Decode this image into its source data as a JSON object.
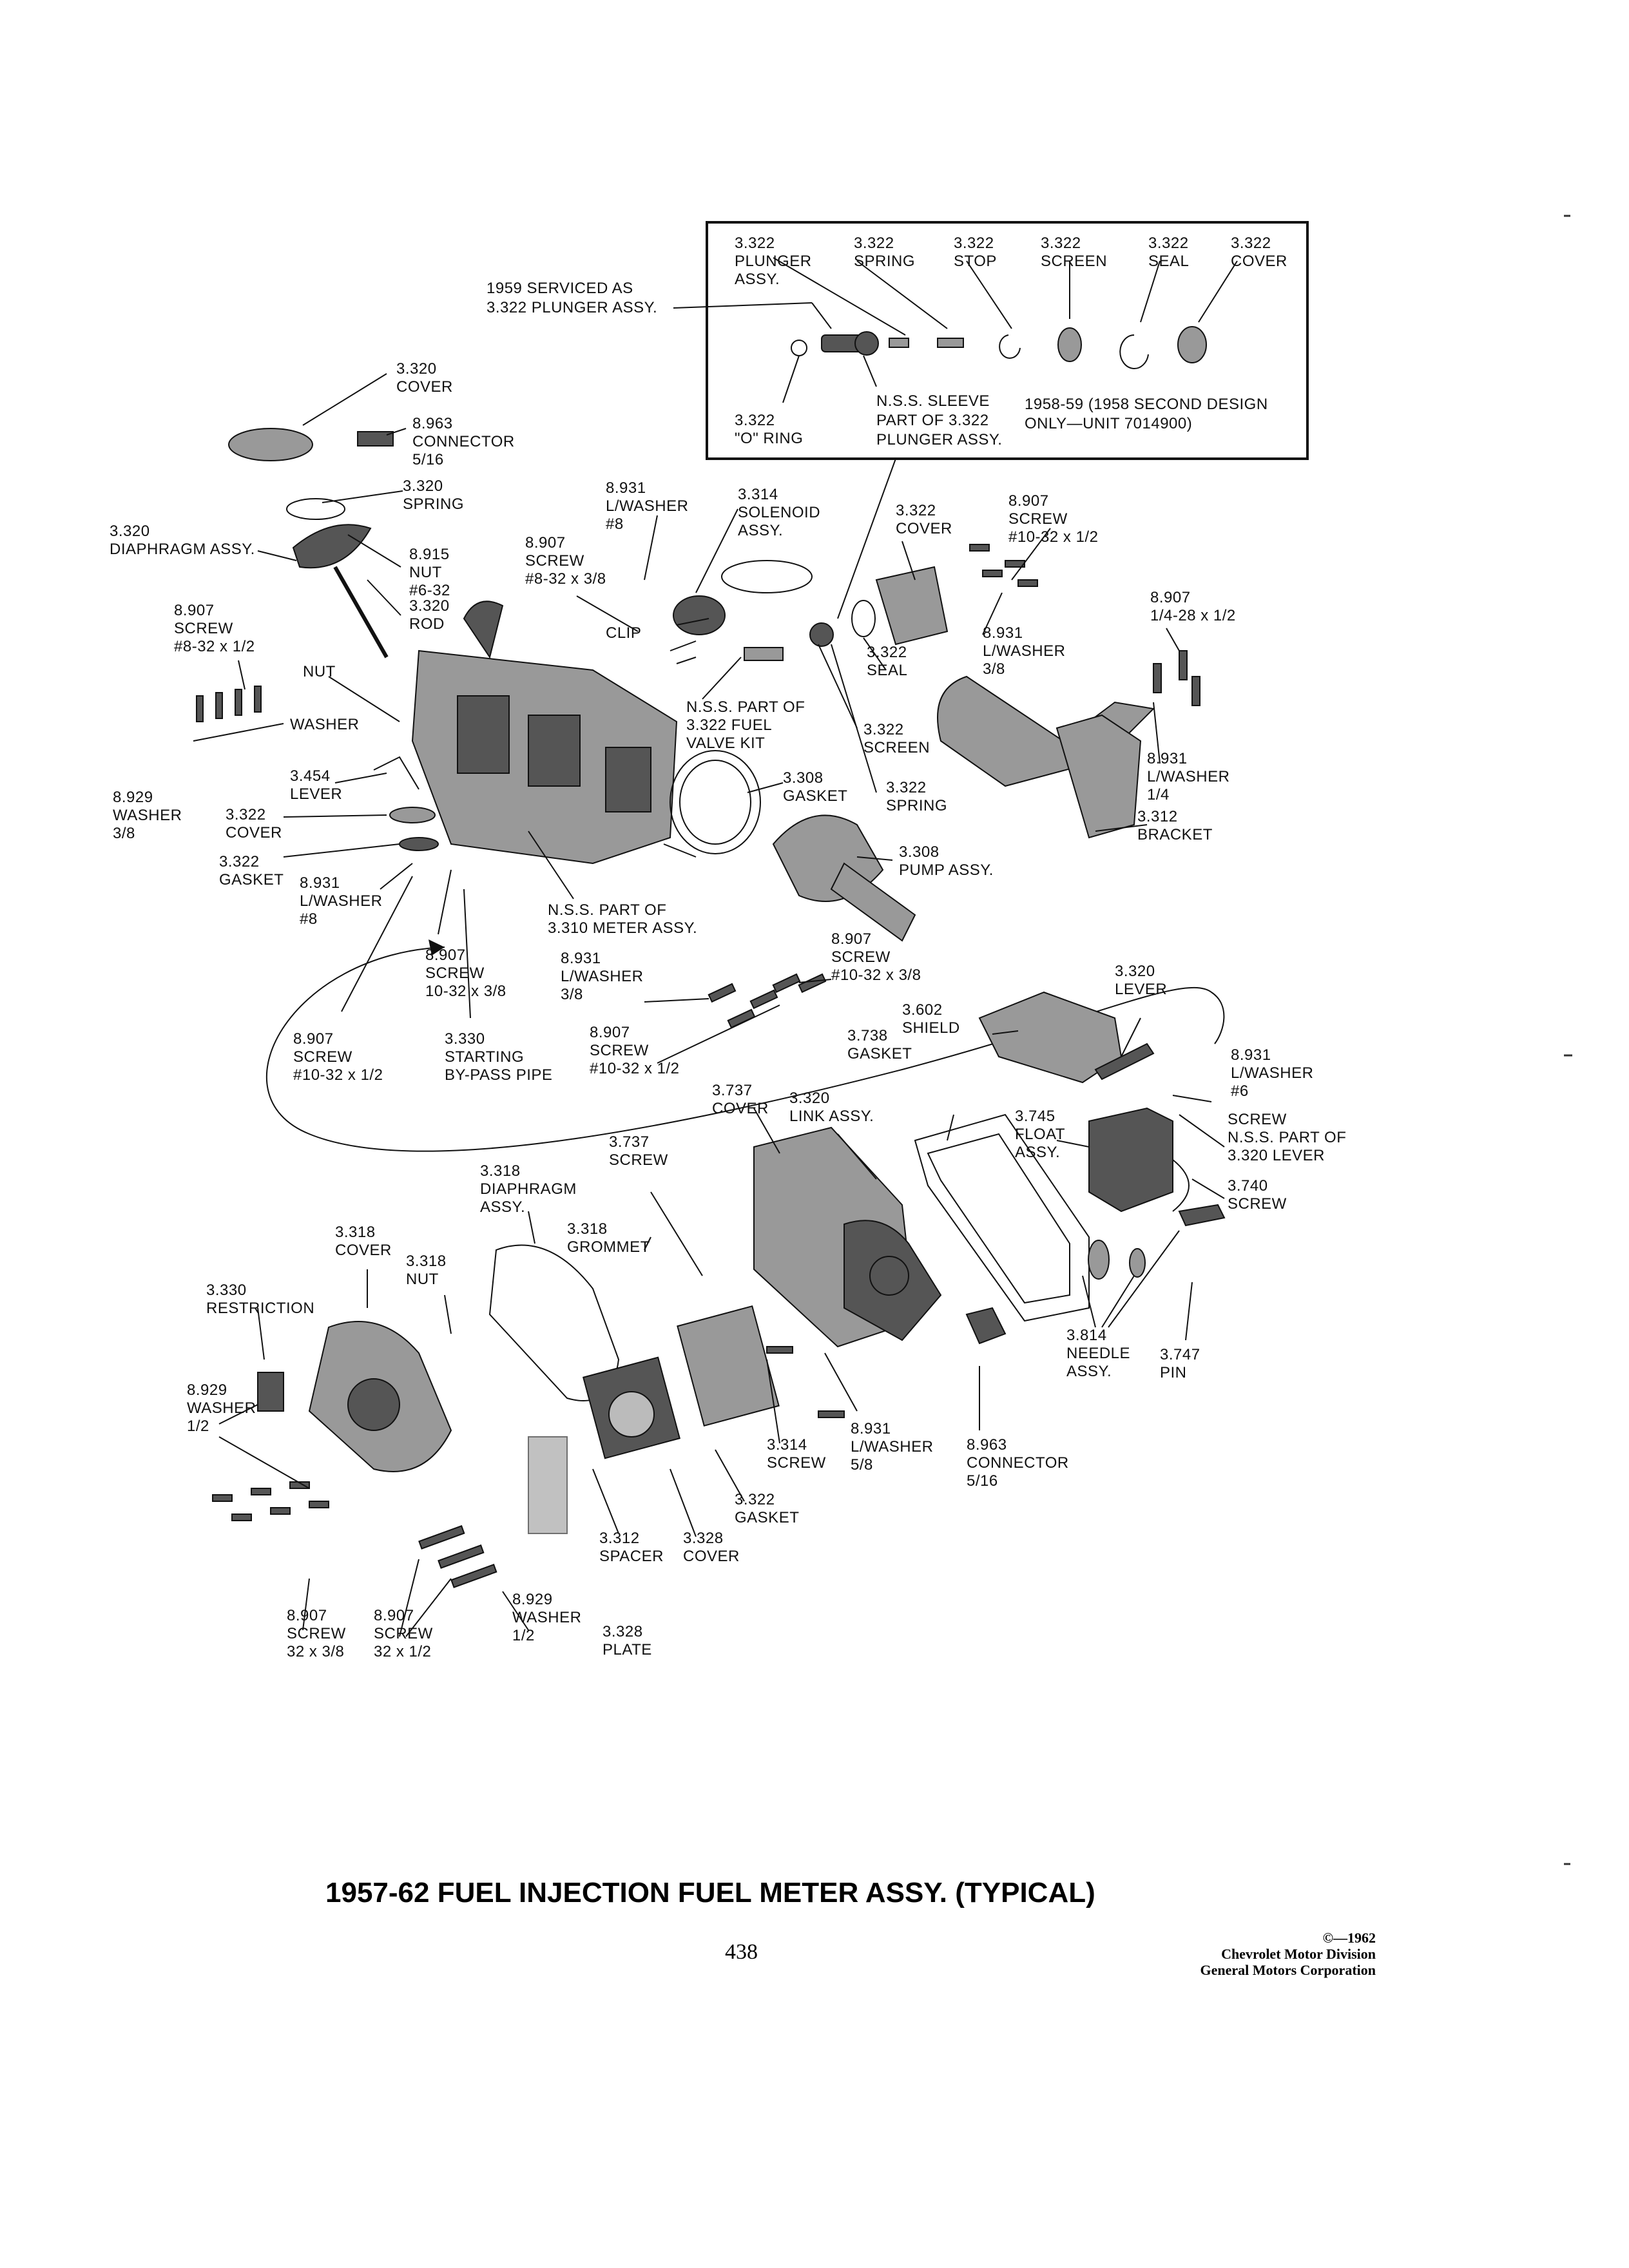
{
  "title": "1957-62 FUEL INJECTION FUEL METER ASSY. (TYPICAL)",
  "page_number": "438",
  "copyright": [
    "©—1962",
    "Chevrolet Motor Division",
    "General Motors Corporation"
  ],
  "inset_notes": {
    "serviced": [
      "1959 SERVICED AS",
      "3.322 PLUNGER ASSY."
    ],
    "sleeve": [
      "N.S.S. SLEEVE",
      "PART OF 3.322",
      "PLUNGER ASSY."
    ],
    "design": [
      "1958-59 (1958 SECOND DESIGN",
      "ONLY—UNIT 7014900)"
    ]
  },
  "callouts": [
    {
      "lines": [
        "3.322",
        "PLUNGER",
        "ASSY."
      ]
    },
    {
      "lines": [
        "3.322",
        "SPRING"
      ]
    },
    {
      "lines": [
        "3.322",
        "STOP"
      ]
    },
    {
      "lines": [
        "3.322",
        "SCREEN"
      ]
    },
    {
      "lines": [
        "3.322",
        "SEAL"
      ]
    },
    {
      "lines": [
        "3.322",
        "COVER"
      ]
    },
    {
      "lines": [
        "3.322",
        "\"O\" RING"
      ]
    },
    {
      "lines": [
        "3.320",
        "COVER"
      ]
    },
    {
      "lines": [
        "8.963",
        "CONNECTOR",
        "5/16"
      ]
    },
    {
      "lines": [
        "3.320",
        "SPRING"
      ]
    },
    {
      "lines": [
        "3.320",
        "DIAPHRAGM ASSY."
      ]
    },
    {
      "lines": [
        "8.915",
        "NUT",
        "#6-32"
      ]
    },
    {
      "lines": [
        "3.320",
        "ROD"
      ]
    },
    {
      "lines": [
        "8.907",
        "SCREW",
        "#8-32 x 1/2"
      ]
    },
    {
      "lines": [
        "NUT"
      ]
    },
    {
      "lines": [
        "WASHER"
      ]
    },
    {
      "lines": [
        "3.454",
        "LEVER"
      ]
    },
    {
      "lines": [
        "8.929",
        "WASHER",
        "3/8"
      ]
    },
    {
      "lines": [
        "3.322",
        "COVER"
      ]
    },
    {
      "lines": [
        "3.322",
        "GASKET"
      ]
    },
    {
      "lines": [
        "8.931",
        "L/WASHER",
        "#8"
      ]
    },
    {
      "lines": [
        "8.907",
        "SCREW",
        "10-32 x 3/8"
      ]
    },
    {
      "lines": [
        "8.907",
        "SCREW",
        "#10-32 x 1/2"
      ]
    },
    {
      "lines": [
        "3.330",
        "STARTING",
        "BY-PASS PIPE"
      ]
    },
    {
      "lines": [
        "8.931",
        "L/WASHER",
        "#8"
      ]
    },
    {
      "lines": [
        "8.907",
        "SCREW",
        "#8-32 x 3/8"
      ]
    },
    {
      "lines": [
        "3.314",
        "SOLENOID",
        "ASSY."
      ]
    },
    {
      "lines": [
        "CLIP"
      ]
    },
    {
      "lines": [
        "N.S.S. PART OF",
        "3.322 FUEL",
        "VALVE KIT"
      ]
    },
    {
      "lines": [
        "3.308",
        "GASKET"
      ]
    },
    {
      "lines": [
        "3.322",
        "COVER"
      ]
    },
    {
      "lines": [
        "8.907",
        "SCREW",
        "#10-32 x 1/2"
      ]
    },
    {
      "lines": [
        "8.931",
        "L/WASHER",
        "3/8"
      ]
    },
    {
      "lines": [
        "3.322",
        "SEAL"
      ]
    },
    {
      "lines": [
        "3.322",
        "SCREEN"
      ]
    },
    {
      "lines": [
        "3.322",
        "SPRING"
      ]
    },
    {
      "lines": [
        "8.907",
        "1/4-28 x 1/2"
      ]
    },
    {
      "lines": [
        "8.931",
        "L/WASHER",
        "1/4"
      ]
    },
    {
      "lines": [
        "3.312",
        "BRACKET"
      ]
    },
    {
      "lines": [
        "3.308",
        "PUMP ASSY."
      ]
    },
    {
      "lines": [
        "N.S.S. PART OF",
        "3.310 METER ASSY."
      ]
    },
    {
      "lines": [
        "8.931",
        "L/WASHER",
        "3/8"
      ]
    },
    {
      "lines": [
        "8.907",
        "SCREW",
        "#10-32 x 3/8"
      ]
    },
    {
      "lines": [
        "8.907",
        "SCREW",
        "#10-32 x 1/2"
      ]
    },
    {
      "lines": [
        "3.602",
        "SHIELD"
      ]
    },
    {
      "lines": [
        "3.320",
        "LEVER"
      ]
    },
    {
      "lines": [
        "3.738",
        "GASKET"
      ]
    },
    {
      "lines": [
        "8.931",
        "L/WASHER",
        "#6"
      ]
    },
    {
      "lines": [
        "3.737",
        "COVER"
      ]
    },
    {
      "lines": [
        "3.320",
        "LINK ASSY."
      ]
    },
    {
      "lines": [
        "3.745",
        "FLOAT",
        "ASSY."
      ]
    },
    {
      "lines": [
        "SCREW",
        "N.S.S. PART OF",
        "3.320 LEVER"
      ]
    },
    {
      "lines": [
        "3.740",
        "SCREW"
      ]
    },
    {
      "lines": [
        "3.737",
        "SCREW"
      ]
    },
    {
      "lines": [
        "3.318",
        "DIAPHRAGM",
        "ASSY."
      ]
    },
    {
      "lines": [
        "3.318",
        "GROMMET"
      ]
    },
    {
      "lines": [
        "3.318",
        "COVER"
      ]
    },
    {
      "lines": [
        "3.318",
        "NUT"
      ]
    },
    {
      "lines": [
        "3.330",
        "RESTRICTION"
      ]
    },
    {
      "lines": [
        "8.929",
        "WASHER",
        "1/2"
      ]
    },
    {
      "lines": [
        "3.814",
        "NEEDLE",
        "ASSY."
      ]
    },
    {
      "lines": [
        "3.747",
        "PIN"
      ]
    },
    {
      "lines": [
        "3.314",
        "SCREW"
      ]
    },
    {
      "lines": [
        "8.931",
        "L/WASHER",
        "5/8"
      ]
    },
    {
      "lines": [
        "8.963",
        "CONNECTOR",
        "5/16"
      ]
    },
    {
      "lines": [
        "3.322",
        "GASKET"
      ]
    },
    {
      "lines": [
        "3.312",
        "SPACER"
      ]
    },
    {
      "lines": [
        "3.328",
        "COVER"
      ]
    },
    {
      "lines": [
        "8.929",
        "WASHER",
        "1/2"
      ]
    },
    {
      "lines": [
        "3.328",
        "PLATE"
      ]
    },
    {
      "lines": [
        "8.907",
        "SCREW",
        "32 x 3/8"
      ]
    },
    {
      "lines": [
        "8.907",
        "SCREW",
        "32 x 1/2"
      ]
    }
  ]
}
